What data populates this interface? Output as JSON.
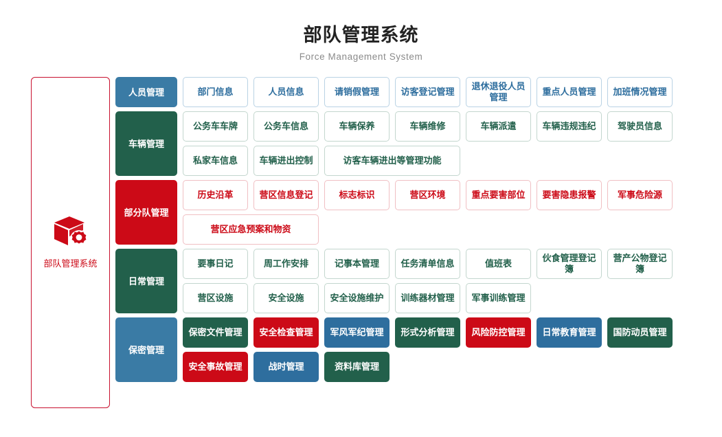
{
  "header": {
    "title": "部队管理系统",
    "subtitle": "Force Management System"
  },
  "sidebar": {
    "icon": "cube-gear-icon",
    "label": "部队管理系统",
    "border_color": "#c8102e",
    "text_color": "#cc0a17"
  },
  "palette": {
    "blue": "#2e6e9e",
    "blue_header": "#3a7ba5",
    "green": "#22604b",
    "red": "#cc0a17",
    "title_color": "#222222",
    "subtitle_color": "#8a8a8a"
  },
  "categories": [
    {
      "label": "人员管理",
      "color": "blue",
      "rows": [
        [
          {
            "label": "部门信息",
            "style": "blue"
          },
          {
            "label": "人员信息",
            "style": "blue"
          },
          {
            "label": "请销假管理",
            "style": "blue"
          },
          {
            "label": "访客登记管理",
            "style": "blue"
          },
          {
            "label": "退休退役人员管理",
            "style": "blue"
          },
          {
            "label": "重点人员管理",
            "style": "blue"
          },
          {
            "label": "加班情况管理",
            "style": "blue"
          }
        ]
      ]
    },
    {
      "label": "车辆管理",
      "color": "green",
      "rows": [
        [
          {
            "label": "公务车车牌",
            "style": "green"
          },
          {
            "label": "公务车信息",
            "style": "green"
          },
          {
            "label": "车辆保养",
            "style": "green"
          },
          {
            "label": "车辆维修",
            "style": "green"
          },
          {
            "label": "车辆派遣",
            "style": "green"
          },
          {
            "label": "车辆违规违纪",
            "style": "green"
          },
          {
            "label": "驾驶员信息",
            "style": "green"
          }
        ],
        [
          {
            "label": "私家车信息",
            "style": "green"
          },
          {
            "label": "车辆进出控制",
            "style": "green"
          },
          {
            "label": "访客车辆进出等管理功能",
            "style": "green",
            "wide": true
          }
        ]
      ]
    },
    {
      "label": "部分队管理",
      "color": "red",
      "rows": [
        [
          {
            "label": "历史沿革",
            "style": "red"
          },
          {
            "label": "营区信息登记",
            "style": "red"
          },
          {
            "label": "标志标识",
            "style": "red"
          },
          {
            "label": "营区环境",
            "style": "red"
          },
          {
            "label": "重点要害部位",
            "style": "red"
          },
          {
            "label": "要害隐患报警",
            "style": "red"
          },
          {
            "label": "军事危险源",
            "style": "red"
          }
        ],
        [
          {
            "label": "营区应急预案和物资",
            "style": "red",
            "wide": true
          }
        ]
      ]
    },
    {
      "label": "日常管理",
      "color": "green",
      "rows": [
        [
          {
            "label": "要事日记",
            "style": "green"
          },
          {
            "label": "周工作安排",
            "style": "green"
          },
          {
            "label": "记事本管理",
            "style": "green"
          },
          {
            "label": "任务清单信息",
            "style": "green"
          },
          {
            "label": "值班表",
            "style": "green"
          },
          {
            "label": "伙食管理登记簿",
            "style": "green"
          },
          {
            "label": "营产公物登记簿",
            "style": "green"
          }
        ],
        [
          {
            "label": "营区设施",
            "style": "green"
          },
          {
            "label": "安全设施",
            "style": "green"
          },
          {
            "label": "安全设施维护",
            "style": "green"
          },
          {
            "label": "训练器材管理",
            "style": "green"
          },
          {
            "label": "军事训练管理",
            "style": "green"
          }
        ]
      ]
    },
    {
      "label": "保密管理",
      "color": "blue",
      "rows": [
        [
          {
            "label": "保密文件管理",
            "style": "fill-green"
          },
          {
            "label": "安全检查管理",
            "style": "fill-red"
          },
          {
            "label": "军风军纪管理",
            "style": "fill-blue"
          },
          {
            "label": "形式分析管理",
            "style": "fill-green"
          },
          {
            "label": "风险防控管理",
            "style": "fill-red"
          },
          {
            "label": "日常教育管理",
            "style": "fill-blue"
          },
          {
            "label": "国防动员管理",
            "style": "fill-green"
          }
        ],
        [
          {
            "label": "安全事故管理",
            "style": "fill-red"
          },
          {
            "label": "战时管理",
            "style": "fill-blue"
          },
          {
            "label": "资料库管理",
            "style": "fill-green"
          }
        ]
      ]
    }
  ]
}
